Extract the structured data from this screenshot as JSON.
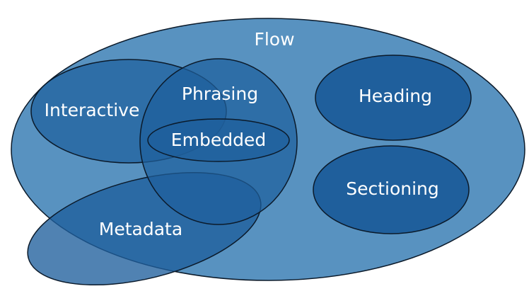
{
  "diagram": {
    "type": "venn",
    "fill_color": "#1f5f9c",
    "outer_fill_color": "#5892c0",
    "stroke_color": "#0b1a2a",
    "sets": {
      "flow": "Flow",
      "interactive": "Interactive",
      "phrasing": "Phrasing",
      "embedded": "Embedded",
      "heading": "Heading",
      "sectioning": "Sectioning",
      "metadata": "Metadata"
    }
  }
}
